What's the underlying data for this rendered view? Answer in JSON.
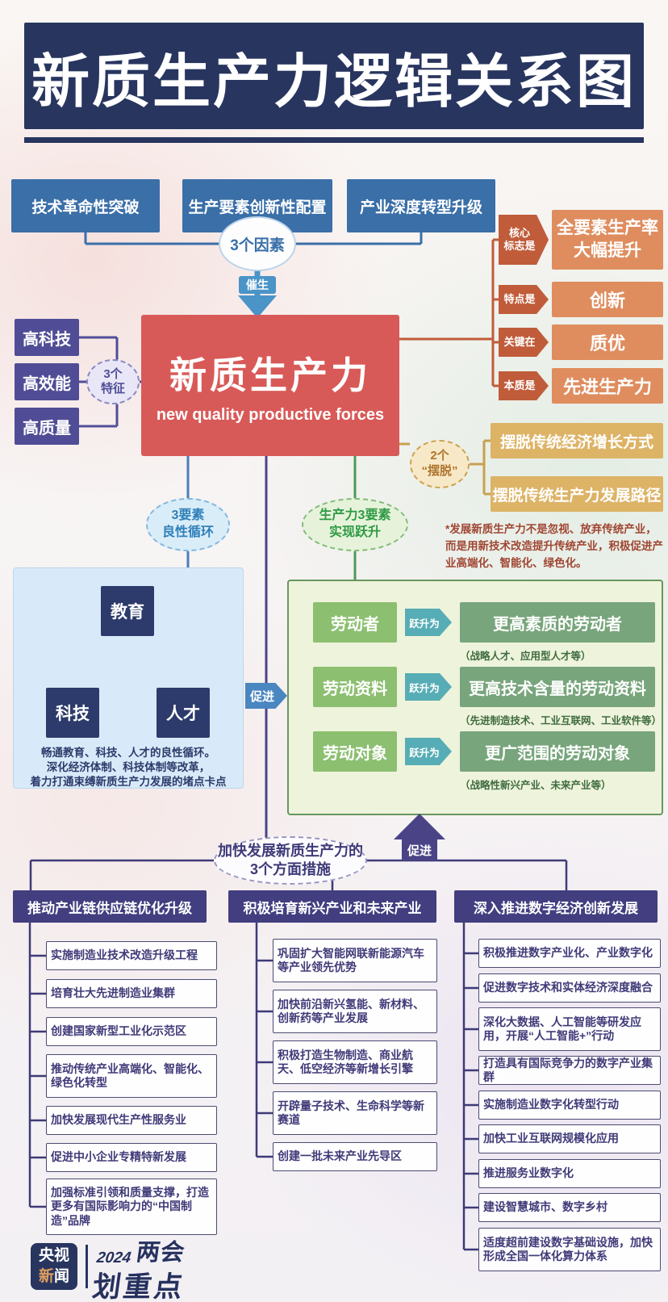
{
  "title": "新质生产力逻辑关系图",
  "factors": {
    "items": [
      "技术革命性突破",
      "生产要素创新性配置",
      "产业深度转型升级"
    ],
    "oval": "3个因素",
    "arrow_label": "催生"
  },
  "core": {
    "title": "新质生产力",
    "subtitle": "new quality productive forces"
  },
  "traits": {
    "oval": "3个\n特征",
    "items": [
      "高科技",
      "高效能",
      "高质量"
    ]
  },
  "attributes": [
    {
      "label": "核心\n标志是",
      "value": "全要素生产率\n大幅提升"
    },
    {
      "label": "特点是",
      "value": "创新"
    },
    {
      "label": "关键在",
      "value": "质优"
    },
    {
      "label": "本质是",
      "value": "先进生产力"
    }
  ],
  "breakaway": {
    "oval": "2个\n“摆脱”",
    "items": [
      "摆脱传统经济增长方式",
      "摆脱传统生产力发展路径"
    ],
    "note": "*发展新质生产力不是忽视、放弃传统产业，而是用新技术改造提升传统产业，积极促进产业高端化、智能化、绿色化。"
  },
  "cycle": {
    "oval": "3要素\n良性循环",
    "nodes": [
      "教育",
      "科技",
      "人才"
    ],
    "caption": "畅通教育、科技、人才的良性循环。\n深化经济体制、科技体制等改革，\n着力打通束缚新质生产力发展的堵点卡点",
    "promote_label": "促进"
  },
  "leap": {
    "oval": "生产力3要素\n实现跃升",
    "arrow_label": "跃升为",
    "rows": [
      {
        "from": "劳动者",
        "to": "更高素质的劳动者",
        "caption": "（战略人才、应用型人才等）"
      },
      {
        "from": "劳动资料",
        "to": "更高技术含量的劳动资料",
        "caption": "（先进制造技术、工业互联网、工业软件等）"
      },
      {
        "from": "劳动对象",
        "to": "更广范围的劳动对象",
        "caption": "（战略性新兴产业、未来产业等）"
      }
    ],
    "promote_label": "促进"
  },
  "measures": {
    "oval": "加快发展新质生产力的\n3个方面措施",
    "columns": [
      {
        "header": "推动产业链供应链优化升级",
        "items": [
          "实施制造业技术改造升级工程",
          "培育壮大先进制造业集群",
          "创建国家新型工业化示范区",
          "推动传统产业高端化、智能化、绿色化转型",
          "加快发展现代生产性服务业",
          "促进中小企业专精特新发展",
          "加强标准引领和质量支撑，打造更多有国际影响力的“中国制造”品牌"
        ]
      },
      {
        "header": "积极培育新兴产业和未来产业",
        "items": [
          "巩固扩大智能网联新能源汽车等产业领先优势",
          "加快前沿新兴氢能、新材料、创新药等产业发展",
          "积极打造生物制造、商业航天、低空经济等新增长引擎",
          "开辟量子技术、生命科学等新赛道",
          "创建一批未来产业先导区"
        ]
      },
      {
        "header": "深入推进数字经济创新发展",
        "items": [
          "积极推进数字产业化、产业数字化",
          "促进数字技术和实体经济深度融合",
          "深化大数据、人工智能等研发应用，开展“人工智能+”行动",
          "打造具有国际竞争力的数字产业集群",
          "实施制造业数字化转型行动",
          "加快工业互联网规模化应用",
          "推进服务业数字化",
          "建设智慧城市、数字乡村",
          "适度超前建设数字基础设施，加快形成全国一体化算力体系"
        ]
      }
    ]
  },
  "footer": {
    "logo_line1": "央视",
    "logo_line2a": "新",
    "logo_line2b": "闻",
    "badge_year": "2024",
    "badge_text1": "两会",
    "badge_text2": "划重点"
  }
}
